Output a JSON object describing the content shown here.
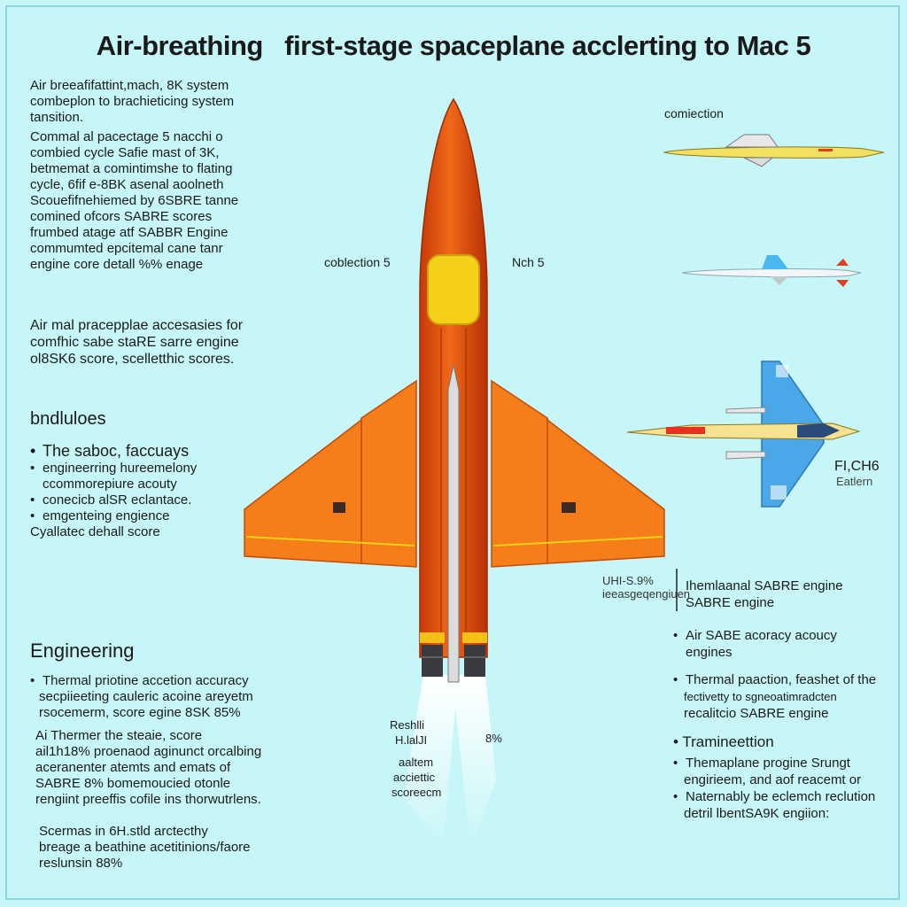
{
  "title": "Air-breathing   first-stage spaceplane acclerting to Mac 5",
  "left_intro": [
    "Air breeafifattint,mach, 8K system",
    "combeplon  to brachieticing system",
    "tansition."
  ],
  "left_para1": [
    "Commal al pacectage 5 nacchi  o",
    "combied cycle Safie mast of 3K,",
    "betmemat a comintimshe to flating",
    "cycle, 6fif e-8BK  asenal aoolneth",
    "Scouefifnehiemed by 6SBRE tanne",
    "comined ofcors SABRE scores",
    "frumbed atage atf SABBR Engine",
    "commumted epcitemal cane tanr",
    "engine core detall %% enage"
  ],
  "left_para2": [
    "Air mal pracepplae accesasies for",
    "comfhic sabe staRE sarre engine",
    "ol8SK6 score, scelletthic scores."
  ],
  "bndluloes": {
    "heading": "bndluloes",
    "lead": "The saboc, faccuays",
    "items": [
      "engineerring hureemelony",
      "ccommorepiure acouty",
      "conecicb alSR eclantace.",
      "emgenteing engience"
    ],
    "tail": "Cyallatec dehall score"
  },
  "engineering": {
    "heading": "Engineering",
    "bullet": [
      "Thermal priotine accetion accuracy",
      "secpiieeting cauleric acoine areyetm",
      "rsocemerm, score egine 8SK 85%"
    ],
    "para1": [
      "Ai Thermer the steaie, score",
      "ail1h18% proenaod aginunct orcalbing",
      "aceranenter atemts and emats of",
      "SABRE 8% bomemoucied otonle",
      "rengiint preeffis cofile ins thorwutrlens."
    ],
    "para2": [
      "Scermas in 6H.stld arctecthy",
      "breage a beathine acetitinions/faore",
      "reslunsin 88%"
    ]
  },
  "center_labels": {
    "left": "coblection 5",
    "right": "Nch 5",
    "exhaust": [
      "Reshlli",
      "H.lalJI",
      "aaltem",
      "acciettic",
      "scoreecm"
    ],
    "exhaust_pct": "8%"
  },
  "right_labels": {
    "comiection": "comiection",
    "fi_ch6": "FI,CH6",
    "eatlern": "Eatlern",
    "pct_lines": [
      "UHI-S.9%",
      "ieeasgeqengiuen"
    ],
    "sabre_lines": [
      "Ihemlaanal SABRE engine",
      "SABRE engine"
    ]
  },
  "right_bullets": [
    {
      "lines": [
        "Air SABE  acoracy acoucy",
        "engines"
      ]
    },
    {
      "lines": [
        "Thermal paaction, feashet of the",
        "fectivetty to sgneoatimradcten",
        "recalitcio SABRE  engine"
      ]
    }
  ],
  "tramineettion": {
    "heading": "Tramineettion",
    "items": [
      {
        "lines": [
          "Themaplane progine Srungt",
          "engirieem, and aof reacemt or"
        ]
      },
      {
        "lines": [
          "Naternably be eclemch reclution",
          "detril lbentSA9K engiion:"
        ]
      }
    ]
  },
  "colors": {
    "background": "#c6f6f8",
    "fuselage": "#e8560e",
    "wing": "#f57d1a",
    "canopy": "#f4d018",
    "blue_jet": "#4aa8e8"
  }
}
